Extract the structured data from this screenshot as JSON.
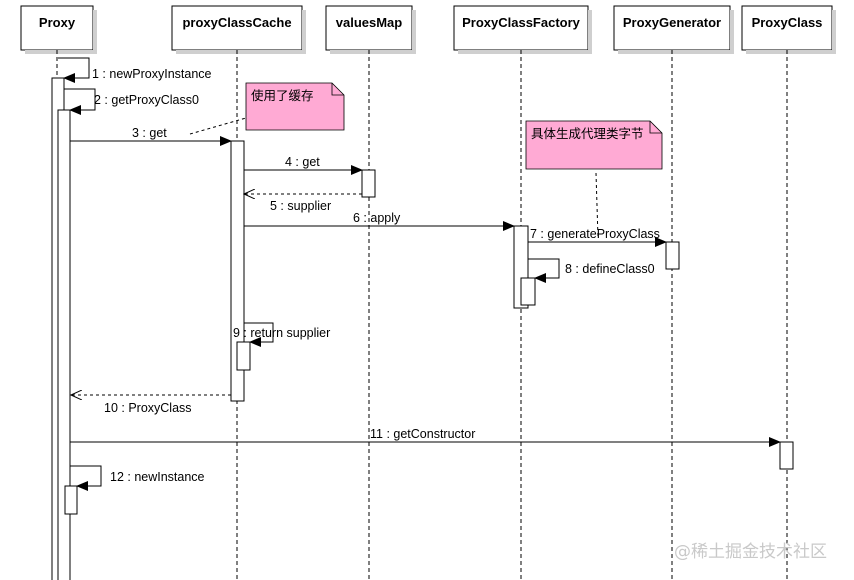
{
  "participants": [
    {
      "name": "Proxy"
    },
    {
      "name": "proxyClassCache"
    },
    {
      "name": "valuesMap"
    },
    {
      "name": "ProxyClassFactory"
    },
    {
      "name": "ProxyGenerator"
    },
    {
      "name": "ProxyClass"
    }
  ],
  "messages": [
    {
      "label": "1 : newProxyInstance",
      "kind": "self"
    },
    {
      "label": "2 : getProxyClass0",
      "kind": "self"
    },
    {
      "label": "3 : get",
      "kind": "call"
    },
    {
      "label": "4 : get",
      "kind": "call"
    },
    {
      "label": "5 : supplier",
      "kind": "return"
    },
    {
      "label": "6 : apply",
      "kind": "call"
    },
    {
      "label": "7 : generateProxyClass",
      "kind": "call"
    },
    {
      "label": "8 : defineClass0",
      "kind": "self"
    },
    {
      "label": "9 : return supplier",
      "kind": "self"
    },
    {
      "label": "10 : ProxyClass",
      "kind": "return"
    },
    {
      "label": "11 : getConstructor",
      "kind": "call"
    },
    {
      "label": "12 : newInstance",
      "kind": "self"
    }
  ],
  "notes": [
    {
      "text": "使用了缓存"
    },
    {
      "text": "具体生成代理类字节"
    }
  ],
  "watermark": "@稀土掘金技术社区",
  "colors": {
    "note_fill": "#ffaad4",
    "line": "#000000",
    "background": "#ffffff"
  }
}
